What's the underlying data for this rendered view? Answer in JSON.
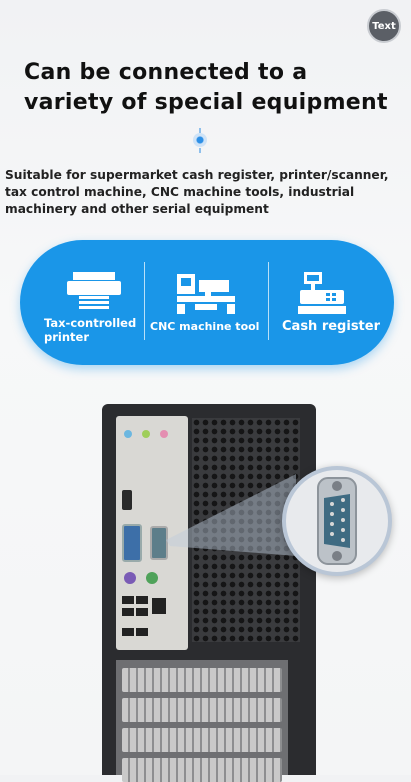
{
  "toolbar": {
    "text_button_label": "Text"
  },
  "heading": {
    "title": "Can be connected to a variety of special equipment"
  },
  "description": "Suitable for supermarket cash register, printer/scanner, tax control machine, CNC machine tools, industrial machinery and other serial equipment",
  "equipment": [
    {
      "label": "Tax-controlled printer",
      "icon": "printer-icon"
    },
    {
      "label": "CNC machine tool",
      "icon": "cnc-machine-icon"
    },
    {
      "label": "Cash register",
      "icon": "cash-register-icon"
    }
  ],
  "colors": {
    "accent": "#1a96e8",
    "title": "#111111",
    "pc_case": "#2b2c2f"
  }
}
